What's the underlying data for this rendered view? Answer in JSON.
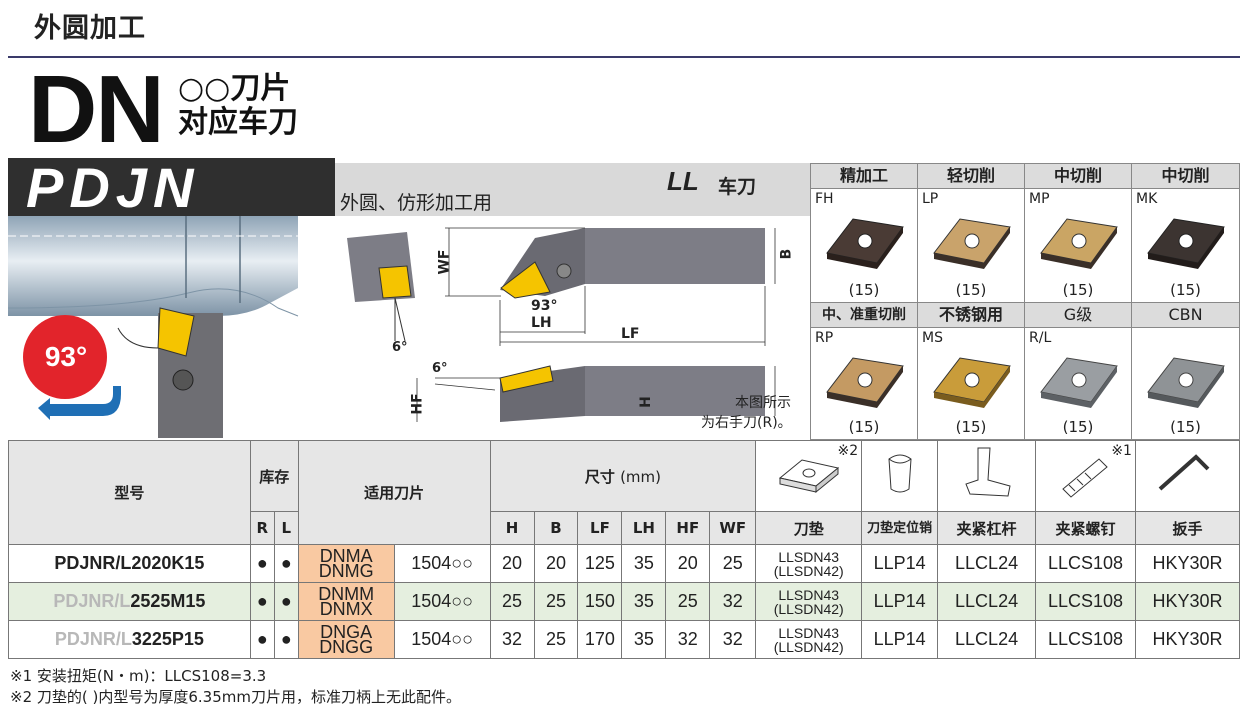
{
  "section_title": "外圆加工",
  "heading": {
    "big": "DN",
    "line1": "○○刀片",
    "line2": "对应车刀"
  },
  "banner": {
    "series": "PDJN",
    "angle": "93°"
  },
  "usage": {
    "text": "外圆、仿形加工用",
    "ll": "LL",
    "ll_suffix": "车刀"
  },
  "drawing": {
    "wf": "WF",
    "b": "B",
    "angle_93": "93°",
    "lh": "LH",
    "lf": "LF",
    "angle_6a": "6°",
    "angle_6b": "6°",
    "hf": "HF",
    "h": "H",
    "note1": "本图所示",
    "note2": "为右手刀(R)。"
  },
  "inserts": [
    {
      "header": "精加工",
      "code": "FH",
      "qty": "(15)",
      "color": "#4a3b35"
    },
    {
      "header": "轻切削",
      "code": "LP",
      "qty": "(15)",
      "color": "#c9a36b"
    },
    {
      "header": "中切削",
      "code": "MP",
      "qty": "(15)",
      "color": "#caa564"
    },
    {
      "header": "中切削",
      "code": "MK",
      "qty": "(15)",
      "color": "#3c3431"
    },
    {
      "header": "中、准重切削",
      "code": "RP",
      "qty": "(15)",
      "color": "#c49a63"
    },
    {
      "header": "不锈钢用",
      "code": "MS",
      "qty": "(15)",
      "color": "#c99c3a"
    },
    {
      "header": "G级",
      "code": "R/L",
      "qty": "(15)",
      "color": "#9a9ea2"
    },
    {
      "header": "CBN",
      "code": "",
      "qty": "(15)",
      "color": "#8f9396"
    }
  ],
  "table": {
    "headers": {
      "model": "型号",
      "stock": "库存",
      "stock_r": "R",
      "stock_l": "L",
      "insert": "适用刀片",
      "dims": "尺寸",
      "dims_unit": "(mm)",
      "h": "H",
      "b": "B",
      "lf": "LF",
      "lh": "LH",
      "hf": "HF",
      "wf": "WF",
      "shim": "刀垫",
      "shim_pin": "刀垫定位销",
      "lever": "夹紧杠杆",
      "screw": "夹紧螺钉",
      "wrench": "扳手",
      "note2_mark": "※2",
      "note1_mark": "※1"
    },
    "rows": [
      {
        "model_prefix": "PDJNR/L",
        "model_suffix": "2020K15",
        "r": "●",
        "l": "●",
        "ins1": "DNMA",
        "ins2": "DNMG",
        "ins_code": "1504○○",
        "h": "20",
        "b": "20",
        "lf": "125",
        "lh": "35",
        "hf": "20",
        "wf": "25",
        "shim1": "LLSDN43",
        "shim2": "(LLSDN42)",
        "pin": "LLP14",
        "lever": "LLCL24",
        "screw": "LLCS108",
        "wrench": "HKY30R"
      },
      {
        "model_prefix": "PDJNR/L",
        "model_suffix": "2525M15",
        "r": "●",
        "l": "●",
        "ins1": "DNMM",
        "ins2": "DNMX",
        "ins_code": "1504○○",
        "h": "25",
        "b": "25",
        "lf": "150",
        "lh": "35",
        "hf": "25",
        "wf": "32",
        "shim1": "LLSDN43",
        "shim2": "(LLSDN42)",
        "pin": "LLP14",
        "lever": "LLCL24",
        "screw": "LLCS108",
        "wrench": "HKY30R"
      },
      {
        "model_prefix": "PDJNR/L",
        "model_suffix": "3225P15",
        "r": "●",
        "l": "●",
        "ins1": "DNGA",
        "ins2": "DNGG",
        "ins_code": "1504○○",
        "h": "32",
        "b": "25",
        "lf": "170",
        "lh": "35",
        "hf": "32",
        "wf": "32",
        "shim1": "LLSDN43",
        "shim2": "(LLSDN42)",
        "pin": "LLP14",
        "lever": "LLCL24",
        "screw": "LLCS108",
        "wrench": "HKY30R"
      }
    ]
  },
  "footnotes": [
    "※1 安装扭矩(N・m)：LLCS108=3.3",
    "※2 刀垫的( )内型号为厚度6.35mm刀片用，标准刀柄上无此配件。"
  ]
}
